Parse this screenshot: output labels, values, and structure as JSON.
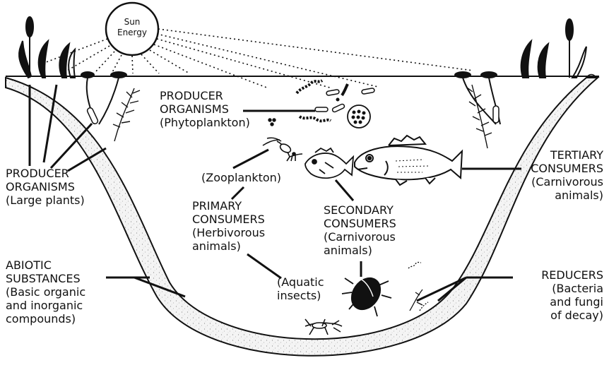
{
  "sun": {
    "line1": "Sun",
    "line2": "Energy"
  },
  "labels": {
    "producer_phyto": [
      "PRODUCER",
      "ORGANISMS",
      "(Phytoplankton)"
    ],
    "producer_large": [
      "PRODUCER",
      "ORGANISMS",
      "(Large plants)"
    ],
    "zooplankton": "(Zooplankton)",
    "primary": [
      "PRIMARY",
      "CONSUMERS",
      "(Herbivorous",
      "animals)"
    ],
    "secondary": [
      "SECONDARY",
      "CONSUMERS",
      "(Carnivorous",
      "animals)"
    ],
    "tertiary": [
      "TERTIARY",
      "CONSUMERS",
      "(Carnivorous",
      "animals)"
    ],
    "abiotic": [
      "ABIOTIC",
      "SUBSTANCES",
      "(Basic organic",
      "and inorganic",
      "compounds)"
    ],
    "aquatic": [
      "(Aquatic",
      "insects)"
    ],
    "reducers": [
      "REDUCERS",
      "(Bacteria",
      "and fungi",
      "of decay)"
    ]
  },
  "icons": [
    "sun-icon",
    "cattail-icon",
    "lily-pad-icon",
    "pondweed-icon",
    "phytoplankton-icon",
    "zooplankton-icon",
    "small-fish-icon",
    "large-fish-icon",
    "beetle-icon",
    "aquatic-larva-icon"
  ]
}
